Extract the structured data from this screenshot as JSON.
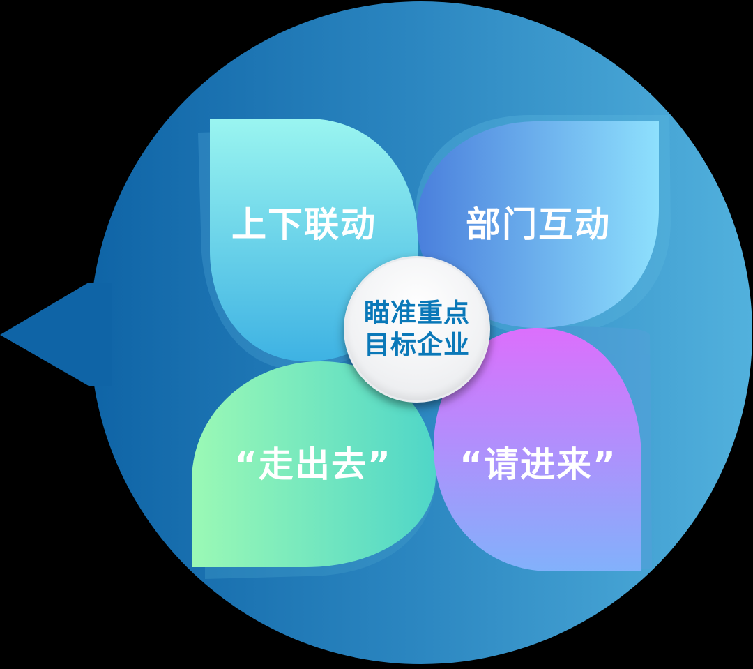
{
  "diagram": {
    "type": "four-petal concept diagram in speech bubble",
    "center": {
      "line1": "瞄准重点",
      "line2": "目标企业",
      "text_color": "#0a78b8"
    },
    "petals": [
      {
        "position": "top-left",
        "label": "上下联动",
        "gradient": [
          "#9af5f0",
          "#3eb2e3"
        ]
      },
      {
        "position": "top-right",
        "label": "部门互动",
        "gradient": [
          "#4a7fdc",
          "#8ee0fd"
        ]
      },
      {
        "position": "bottom-left",
        "label": "“走出去”",
        "gradient": [
          "#9bf9b5",
          "#4fd6c8"
        ]
      },
      {
        "position": "bottom-right",
        "label": "“请进来”",
        "gradient": [
          "#dc6ffc",
          "#82b1fb"
        ]
      }
    ],
    "colors": {
      "bubble_left": "#0f64a6",
      "bubble_right": "#52b1dd",
      "background": "#000000"
    }
  }
}
